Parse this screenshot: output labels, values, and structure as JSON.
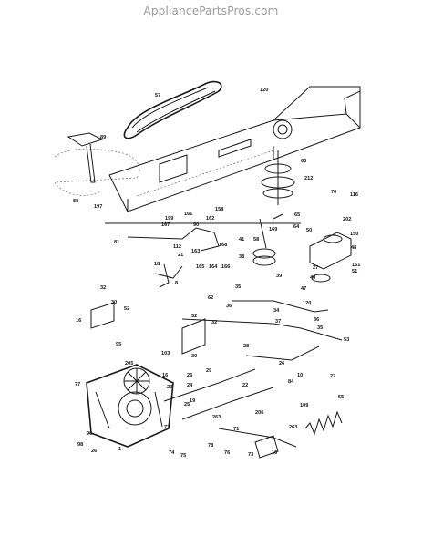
{
  "header": {
    "site": "AppliancePartsPros.com"
  },
  "callouts": [
    {
      "id": "c57",
      "label": "57"
    },
    {
      "id": "c120a",
      "label": "120"
    },
    {
      "id": "c89",
      "label": "89"
    },
    {
      "id": "c63",
      "label": "63"
    },
    {
      "id": "c212",
      "label": "212"
    },
    {
      "id": "c70",
      "label": "70"
    },
    {
      "id": "c116",
      "label": "116"
    },
    {
      "id": "c88",
      "label": "88"
    },
    {
      "id": "c197",
      "label": "197"
    },
    {
      "id": "c158",
      "label": "158"
    },
    {
      "id": "c161",
      "label": "161"
    },
    {
      "id": "c162",
      "label": "162"
    },
    {
      "id": "c199",
      "label": "199"
    },
    {
      "id": "c167",
      "label": "167"
    },
    {
      "id": "c90",
      "label": "90"
    },
    {
      "id": "c65",
      "label": "65"
    },
    {
      "id": "c64",
      "label": "64"
    },
    {
      "id": "c202",
      "label": "202"
    },
    {
      "id": "c50",
      "label": "50"
    },
    {
      "id": "c150",
      "label": "150"
    },
    {
      "id": "c169",
      "label": "169"
    },
    {
      "id": "c41",
      "label": "41"
    },
    {
      "id": "c58",
      "label": "58"
    },
    {
      "id": "c48",
      "label": "48"
    },
    {
      "id": "c81",
      "label": "81"
    },
    {
      "id": "c112",
      "label": "112"
    },
    {
      "id": "c163",
      "label": "163"
    },
    {
      "id": "c168",
      "label": "168"
    },
    {
      "id": "c38",
      "label": "38"
    },
    {
      "id": "c27a",
      "label": "27"
    },
    {
      "id": "c21",
      "label": "21"
    },
    {
      "id": "c165",
      "label": "165"
    },
    {
      "id": "c164",
      "label": "164"
    },
    {
      "id": "c166",
      "label": "166"
    },
    {
      "id": "c151",
      "label": "151"
    },
    {
      "id": "c51",
      "label": "51"
    },
    {
      "id": "c18",
      "label": "18"
    },
    {
      "id": "c39",
      "label": "39"
    },
    {
      "id": "c40",
      "label": "40"
    },
    {
      "id": "c47",
      "label": "47"
    },
    {
      "id": "c8",
      "label": "8"
    },
    {
      "id": "c32",
      "label": "32"
    },
    {
      "id": "c35a",
      "label": "35"
    },
    {
      "id": "c62",
      "label": "62"
    },
    {
      "id": "c120b",
      "label": "120"
    },
    {
      "id": "c30a",
      "label": "30"
    },
    {
      "id": "c52a",
      "label": "52"
    },
    {
      "id": "c36a",
      "label": "36"
    },
    {
      "id": "c34",
      "label": "34"
    },
    {
      "id": "c16a",
      "label": "16"
    },
    {
      "id": "c52b",
      "label": "52"
    },
    {
      "id": "c32b",
      "label": "32"
    },
    {
      "id": "c37",
      "label": "37"
    },
    {
      "id": "c36b",
      "label": "36"
    },
    {
      "id": "c35b",
      "label": "35"
    },
    {
      "id": "c30b",
      "label": "30"
    },
    {
      "id": "c53",
      "label": "53"
    },
    {
      "id": "c95",
      "label": "95"
    },
    {
      "id": "c103",
      "label": "103"
    },
    {
      "id": "c28",
      "label": "28"
    },
    {
      "id": "c26a",
      "label": "26"
    },
    {
      "id": "c205",
      "label": "205"
    },
    {
      "id": "c29",
      "label": "29"
    },
    {
      "id": "c10",
      "label": "10"
    },
    {
      "id": "c27b",
      "label": "27"
    },
    {
      "id": "c77a",
      "label": "77"
    },
    {
      "id": "c16b",
      "label": "16"
    },
    {
      "id": "c26b",
      "label": "26"
    },
    {
      "id": "c84",
      "label": "84"
    },
    {
      "id": "c24",
      "label": "24"
    },
    {
      "id": "c23",
      "label": "23"
    },
    {
      "id": "c22",
      "label": "22"
    },
    {
      "id": "c25",
      "label": "25"
    },
    {
      "id": "c19",
      "label": "19"
    },
    {
      "id": "c109",
      "label": "109"
    },
    {
      "id": "c55",
      "label": "55"
    },
    {
      "id": "c263a",
      "label": "263"
    },
    {
      "id": "c206",
      "label": "206"
    },
    {
      "id": "c263b",
      "label": "263"
    },
    {
      "id": "c77b",
      "label": "77"
    },
    {
      "id": "c71",
      "label": "71"
    },
    {
      "id": "c96",
      "label": "96"
    },
    {
      "id": "c1",
      "label": "1"
    },
    {
      "id": "c98",
      "label": "98"
    },
    {
      "id": "c26c",
      "label": "26"
    },
    {
      "id": "c73",
      "label": "73"
    },
    {
      "id": "c16c",
      "label": "16"
    },
    {
      "id": "c74",
      "label": "74"
    },
    {
      "id": "c75",
      "label": "75"
    },
    {
      "id": "c78",
      "label": "78"
    },
    {
      "id": "c76",
      "label": "76"
    }
  ]
}
